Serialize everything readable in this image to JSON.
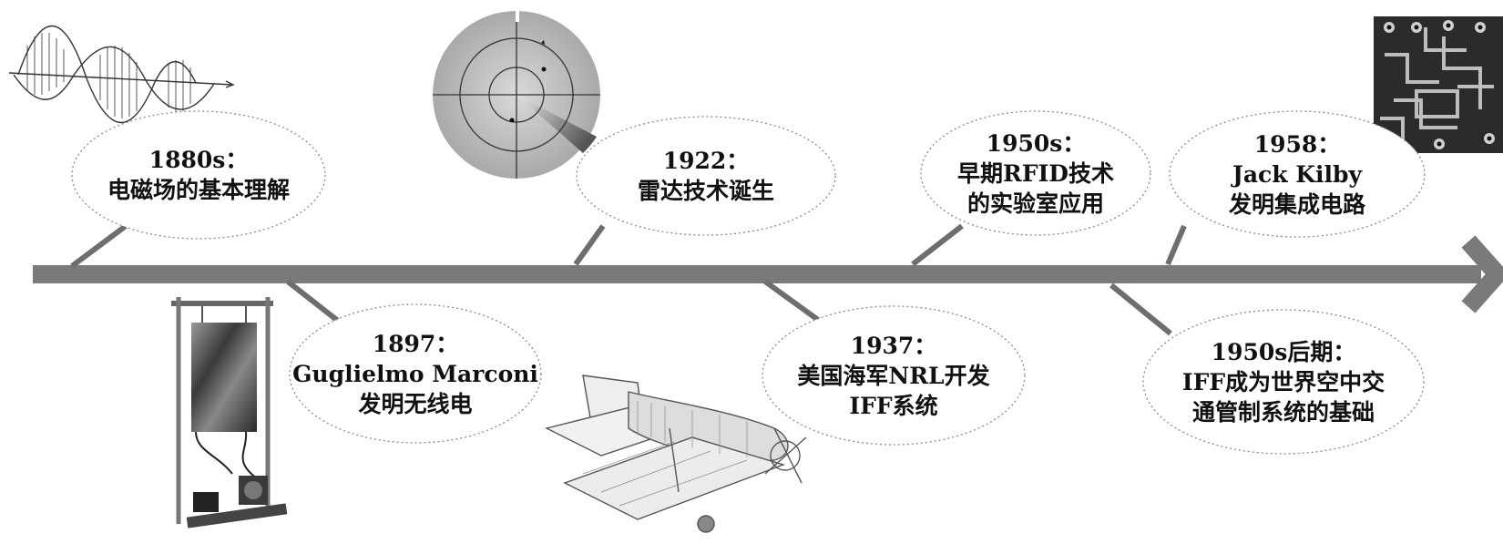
{
  "timeline": {
    "events": [
      {
        "id": "e1880",
        "lines": [
          "1880s：",
          "电磁场的基本理解"
        ],
        "image": "electromagnetic-wave-icon"
      },
      {
        "id": "e1897",
        "lines": [
          "1897：",
          "Guglielmo Marconi",
          "发明无线电"
        ],
        "image": "marconi-radio-apparatus-image"
      },
      {
        "id": "e1922",
        "lines": [
          "1922：",
          "雷达技术诞生"
        ],
        "image": "radar-scope-icon"
      },
      {
        "id": "e1937",
        "lines": [
          "1937：",
          "美国海军NRL开发",
          "IFF系统"
        ],
        "image": "aircraft-cutaway-image"
      },
      {
        "id": "e1950",
        "lines": [
          "1950s：",
          "早期RFID技术",
          "的实验室应用"
        ]
      },
      {
        "id": "e1958",
        "lines": [
          "1958：",
          "Jack Kilby",
          "发明集成电路"
        ],
        "image": "integrated-circuit-image"
      },
      {
        "id": "e1950late",
        "lines": [
          "1950s后期：",
          "IFF成为世界空中交",
          "通管制系统的基础"
        ]
      }
    ]
  },
  "colors": {
    "axis": "#7a7a7a",
    "connector": "#6e6e6e",
    "bubble_border": "#8a8a8a",
    "text": "#111111"
  }
}
